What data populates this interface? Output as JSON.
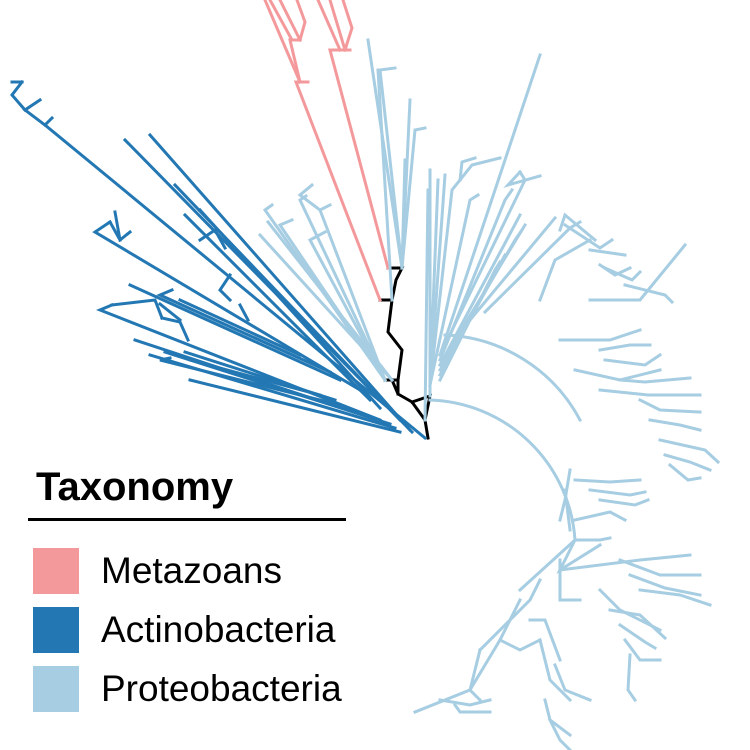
{
  "legend": {
    "title": "Taxonomy",
    "items": [
      {
        "label": "Metazoans",
        "color": "#f4999b"
      },
      {
        "label": "Actinobacteria",
        "color": "#2378b4"
      },
      {
        "label": "Proteobacteria",
        "color": "#a6cde2"
      }
    ]
  },
  "tree": {
    "root_color": "#000000",
    "colors": {
      "metazoans": "#f4999b",
      "actinobacteria": "#2378b4",
      "proteobacteria": "#a6cde2"
    }
  }
}
